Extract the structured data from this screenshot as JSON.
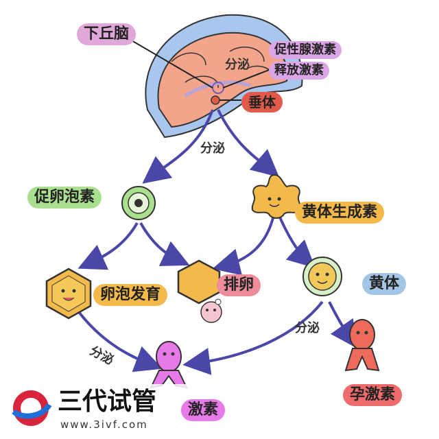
{
  "labels": {
    "hypothalamus": "下丘脑",
    "gnrh_line1": "促性腺激素",
    "gnrh_line2": "释放激素",
    "secrete": "分泌",
    "pituitary": "垂体",
    "fsh": "促卵泡素",
    "lh": "黄体生成素",
    "follicle_dev": "卵泡发育",
    "ovulation": "排卵",
    "corpus_luteum": "黄体",
    "progesterone": "孕激素",
    "estrogen_partial": "激素"
  },
  "watermark": {
    "brand": "三代试管",
    "url": "www.3ivf.com"
  },
  "colors": {
    "hypothalamus_bg": "#e0a8d8",
    "gnrh_bg": "#dca6e6",
    "pituitary_bg": "#e15a4a",
    "fsh_bg": "#a9df8f",
    "lh_bg": "#f3b94b",
    "follicle_bg": "#f3b94b",
    "ovulation_bg": "#ee8c9c",
    "corpus_luteum_bg": "#a3c6e6",
    "progesterone_bg": "#f06b6b",
    "arrow": "#4a47a8",
    "brain": "#f2a58a",
    "skull": "#a9c6ee"
  }
}
